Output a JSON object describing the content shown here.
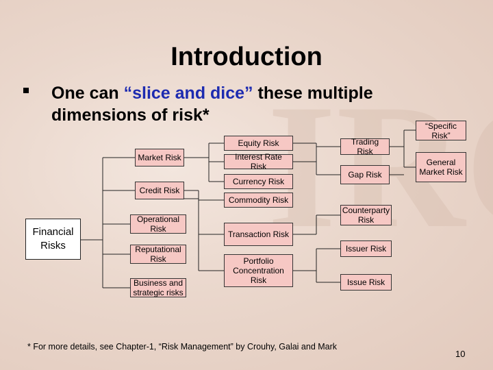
{
  "slide": {
    "title": "Introduction",
    "bullet_pre": "One can ",
    "bullet_highlight": "“slice and dice”",
    "bullet_post": " these multiple dimensions of risk*",
    "footnote": "* For more details, see Chapter-1, “Risk Management” by Crouhy, Galai and Mark",
    "page_number": "10",
    "colors": {
      "box_fill": "#f6c8c4",
      "highlight_text": "#1d2bb0",
      "root_fill": "#ffffff"
    }
  },
  "diagram": {
    "root": "Financial Risks",
    "level1": [
      "Market Risk",
      "Credit Risk",
      "Operational Risk",
      "Reputational Risk",
      "Business and strategic risks"
    ],
    "market": [
      "Equity Risk",
      "Interest Rate Risk",
      "Currency Risk",
      "Commodity Risk"
    ],
    "market_right": [
      "Trading Risk",
      "Gap Risk"
    ],
    "market_far": [
      "“Specific Risk”",
      "General Market Risk"
    ],
    "credit": [
      "Transaction Risk",
      "Portfolio Concentration Risk"
    ],
    "credit_right": [
      "Counterparty Risk",
      "Issuer Risk",
      "Issue Risk"
    ]
  }
}
